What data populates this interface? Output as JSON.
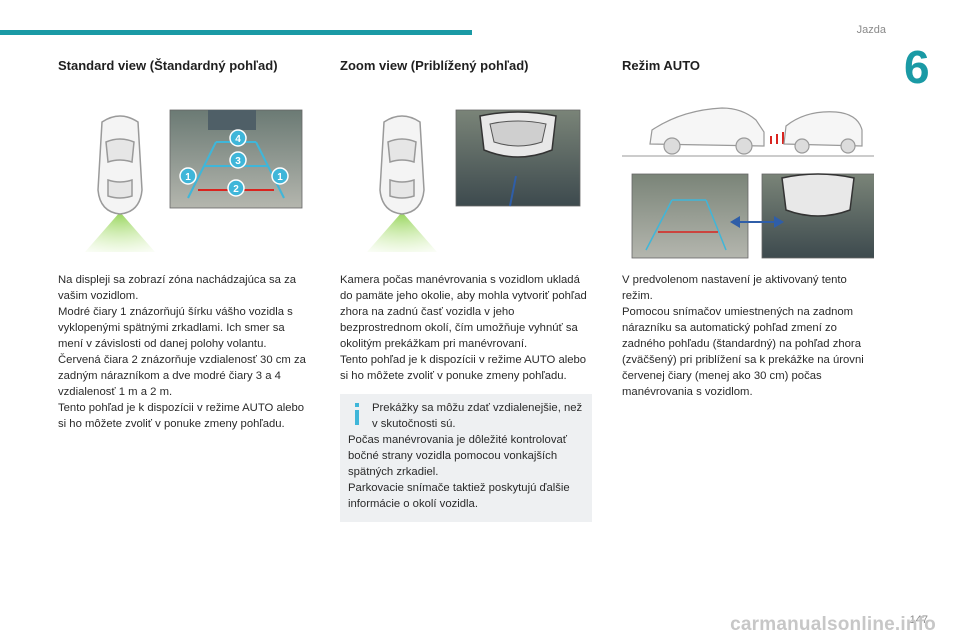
{
  "header": {
    "section": "Jazda",
    "chapter": "6"
  },
  "columns": [
    {
      "title": "Standard view (Štandardný pohľad)",
      "text": "Na displeji sa zobrazí zóna nachádzajúca sa za vašim vozidlom.\nModré čiary 1 znázorňujú šírku vášho vozidla s vyklopenými spätnými zrkadlami. Ich smer sa mení v závislosti od danej polohy volantu.\nČervená čiara 2 znázorňuje vzdialenosť 30 cm za zadným nárazníkom a dve modré čiary 3 a 4 vzdialenosť 1 m a 2 m.\nTento pohľad je k dispozícii v režime AUTO alebo si ho môžete zvoliť v ponuke zmeny pohľadu.",
      "markers": [
        "4",
        "3",
        "1",
        "1",
        "2"
      ]
    },
    {
      "title": "Zoom view (Priblížený pohľad)",
      "text": "Kamera počas manévrovania s vozidlom ukladá do pamäte jeho okolie, aby mohla vytvoriť pohľad zhora na zadnú časť vozidla v jeho bezprostrednom okolí, čím umožňuje vyhnúť sa okolitým prekážkam pri manévrovaní.\nTento pohľad je k dispozícii v režime AUTO alebo si ho môžete zvoliť v ponuke zmeny pohľadu.",
      "note_first": "Prekážky sa môžu zdať vzdialenejšie, než v skutočnosti sú.",
      "note_rest": "Počas manévrovania je dôležité kontrolovať bočné strany vozidla pomocou vonkajších spätných zrkadiel.\nParkovacie snímače taktiež poskytujú ďalšie informácie o okolí vozidla."
    },
    {
      "title": "Režim AUTO",
      "text": "V predvolenom nastavení je aktivovaný tento režim.\nPomocou snímačov umiestnených na zadnom nárazníku sa automatický pohľad zmení zo zadného pohľadu (štandardný) na pohľad zhora (zväčšený) pri priblížení sa k prekážke na úrovni červenej čiary (menej ako 30 cm) počas manévrovania s vozidlom."
    }
  ],
  "footer": {
    "page": "147",
    "watermark": "carmanualsonline.info"
  },
  "colors": {
    "accent": "#1a9aa5",
    "guide_blue": "#3fb6d9",
    "guide_red": "#d9241f",
    "green_cone": "#8fd14f"
  }
}
